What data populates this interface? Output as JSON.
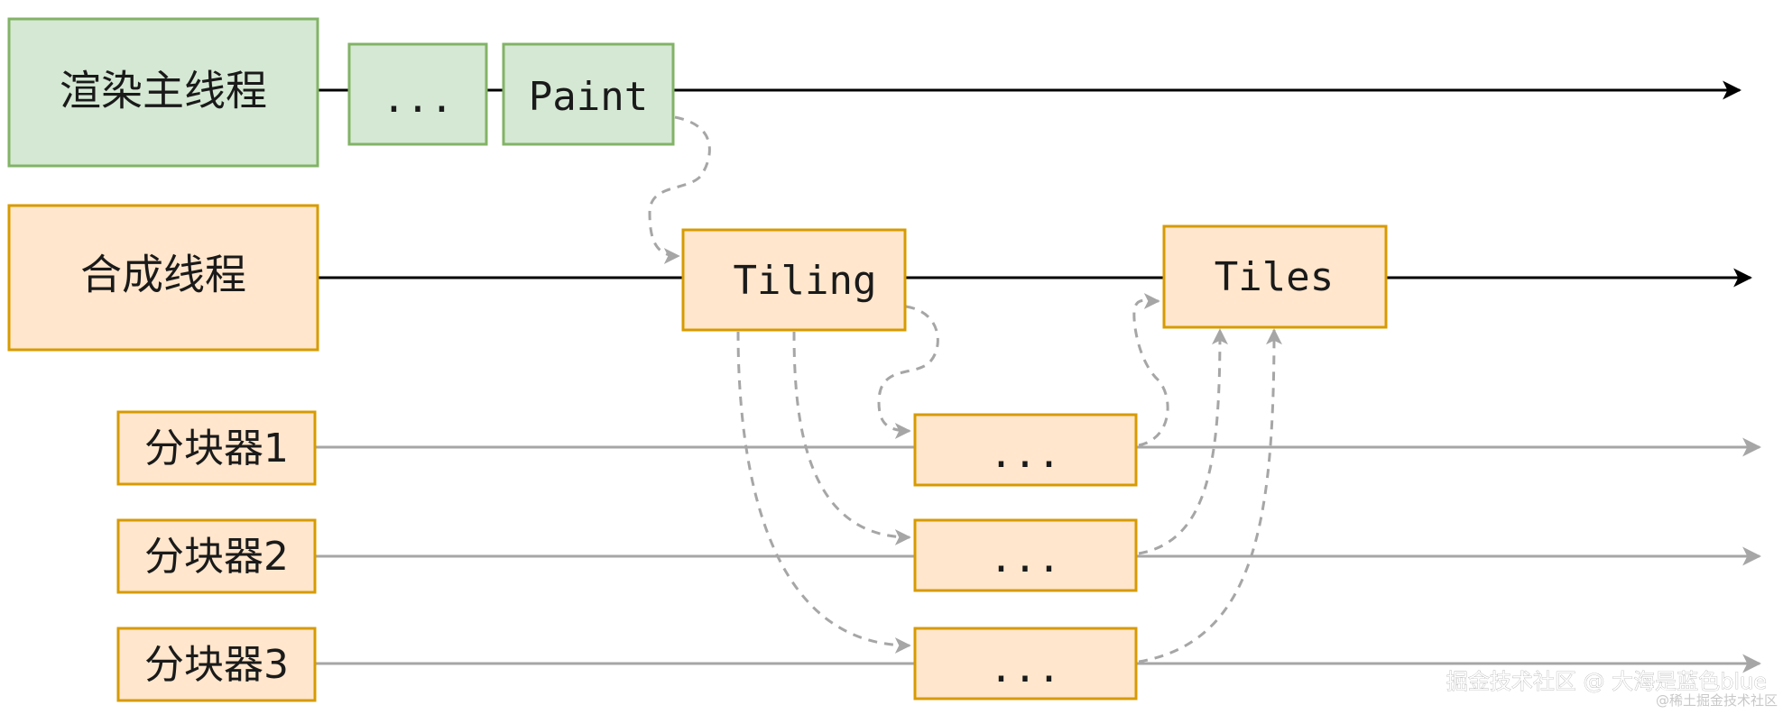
{
  "colors": {
    "green_fill": "#d5e8d4",
    "green_stroke": "#82b366",
    "orange_fill": "#ffe6cc",
    "orange_stroke": "#d79b00",
    "main_line": "#000000",
    "worker_line": "#a6a6a6",
    "dashed": "#a6a6a6"
  },
  "lanes": {
    "main_thread": {
      "label": "渲染主线程",
      "steps": [
        "...",
        "Paint"
      ]
    },
    "compositor": {
      "label": "合成线程",
      "steps": [
        "Tiling",
        "Tiles"
      ]
    },
    "rasterizers": [
      {
        "label": "分块器1",
        "task": "..."
      },
      {
        "label": "分块器2",
        "task": "..."
      },
      {
        "label": "分块器3",
        "task": "..."
      }
    ]
  },
  "watermark": {
    "main": "掘金技术社区 @ 大海是蓝色blue",
    "sub": "@稀土掘金技术社区"
  }
}
